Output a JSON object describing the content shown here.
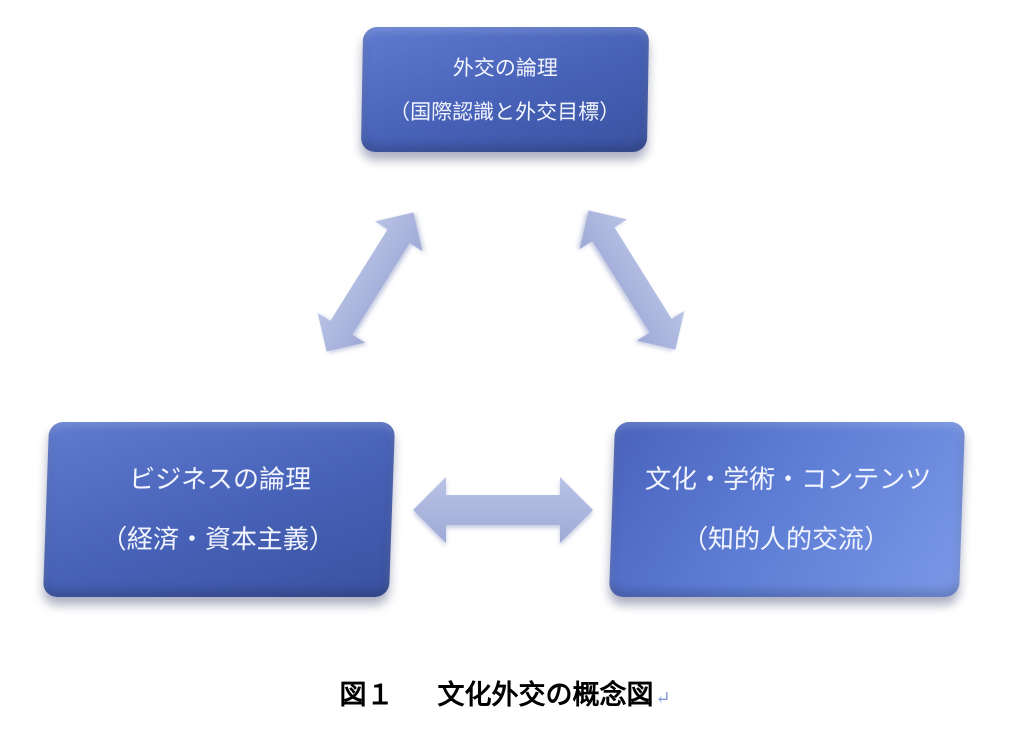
{
  "diagram": {
    "boxes": {
      "top": {
        "line1": "外交の論理",
        "line2": "（国際認識と外交目標）"
      },
      "left": {
        "line1": "ビジネスの論理",
        "line2": "（経済・資本主義）"
      },
      "right": {
        "line1": "文化・学術・コンテンツ",
        "line2": "（知的人的交流）"
      }
    },
    "caption": {
      "number": "図１",
      "title": "文化外交の概念図",
      "return_mark": "↵"
    }
  }
}
